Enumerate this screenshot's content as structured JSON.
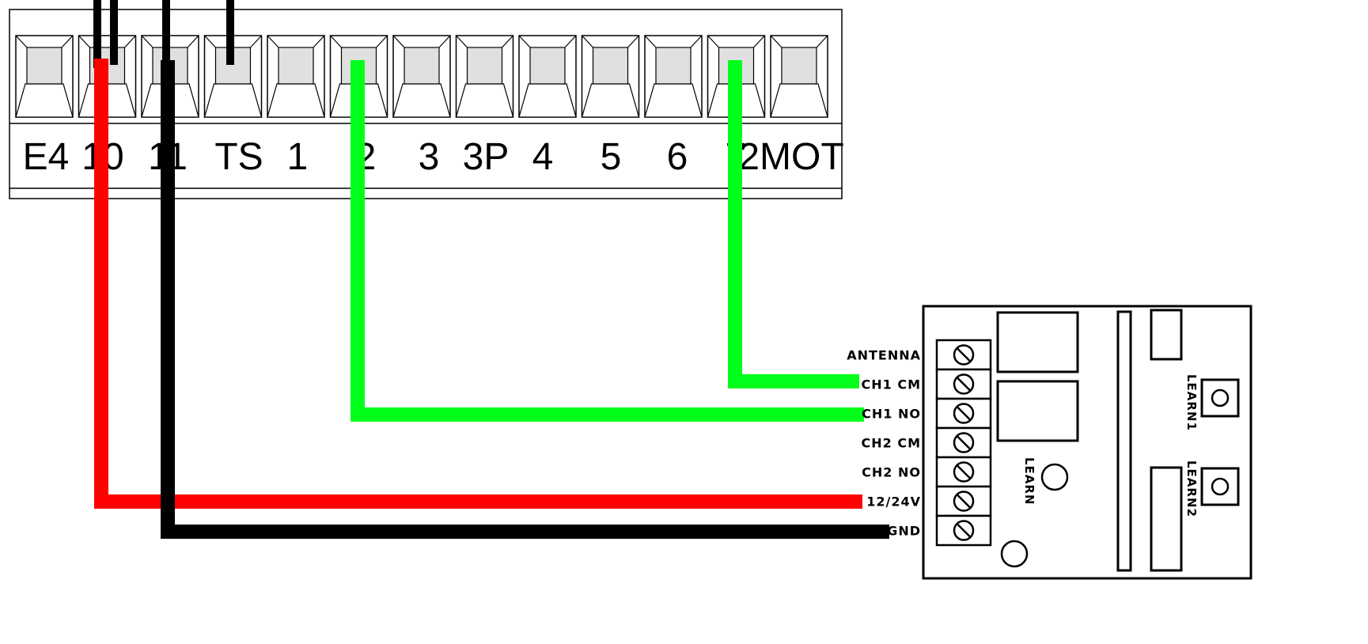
{
  "terminal_block": {
    "labels": [
      "E4",
      "10",
      "11",
      "TS",
      "1",
      "2",
      "3",
      "3P",
      "4",
      "5",
      "6",
      "7",
      "2MOT"
    ]
  },
  "receiver": {
    "pins": [
      "ANTENNA",
      "CH1 CM",
      "CH1 NO",
      "CH2 CM",
      "CH2 NO",
      "12/24V",
      "GND"
    ],
    "learn_label": "LEARN",
    "learn1_label": "LEARN1",
    "learn2_label": "LEARN2"
  },
  "wires": [
    {
      "from_terminal": "10",
      "to_pin": "12/24V",
      "color": "#ff0000"
    },
    {
      "from_terminal": "11",
      "to_pin": "GND",
      "color": "#000000"
    },
    {
      "from_terminal": "2",
      "to_pin": "CH1 NO",
      "color": "#00ff1a"
    },
    {
      "from_terminal": "7",
      "to_pin": "CH1 CM",
      "color": "#00ff1a"
    }
  ],
  "colors": {
    "socket_fill": "#e0e0e0",
    "red_wire": "#ff0000",
    "black_wire": "#000000",
    "green_wire": "#00ff1a"
  }
}
